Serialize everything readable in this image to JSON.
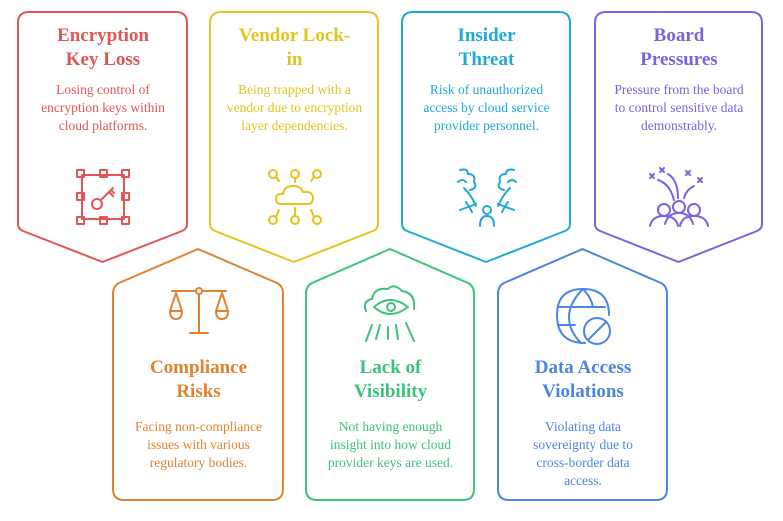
{
  "colors": {
    "red": "#E05555",
    "yellow": "#E2C41E",
    "cyan": "#20A8D8",
    "purple": "#7B62E0",
    "orange": "#E0832F",
    "green": "#3CC27D",
    "blue": "#4B86E0"
  },
  "cards": [
    {
      "title_1": "Encryption",
      "title_2": "Key Loss",
      "desc": "Losing control of encryption keys within cloud platforms.",
      "icon": "key-grid-icon"
    },
    {
      "title_1": "Vendor Lock-",
      "title_2": "in",
      "desc": "Being trapped with a vendor due to encryption layer dependencies.",
      "icon": "cloud-network-icon"
    },
    {
      "title_1": "Insider",
      "title_2": "Threat",
      "desc": "Risk of unauthorized access by cloud service provider personnel.",
      "icon": "person-trees-icon"
    },
    {
      "title_1": "Board",
      "title_2": "Pressures",
      "desc": "Pressure from the board to control sensitive data demonstrably.",
      "icon": "group-pressure-icon"
    },
    {
      "title_1": "Compliance",
      "title_2": "Risks",
      "desc": "Facing non-compliance issues with various regulatory bodies.",
      "icon": "scales-icon"
    },
    {
      "title_1": "Lack of",
      "title_2": "Visibility",
      "desc": "Not having enough insight into how cloud provider keys are used.",
      "icon": "cloud-eye-icon"
    },
    {
      "title_1": "Data Access",
      "title_2": "Violations",
      "desc": "Violating data sovereignty due to cross-border data access.",
      "icon": "globe-blocked-icon"
    }
  ]
}
